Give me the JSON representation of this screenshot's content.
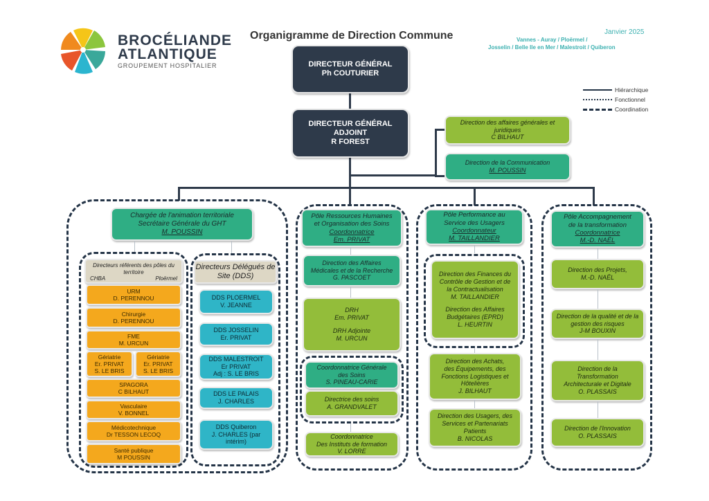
{
  "logo": {
    "line1": "BROCÉLIANDE",
    "line2": "ATLANTIQUE",
    "line3": "GROUPEMENT HOSPITALIER",
    "colors": [
      "#f5c518",
      "#8cc63e",
      "#3aa89a",
      "#2bb5cf",
      "#e8552a",
      "#f08a1e"
    ]
  },
  "title": "Organigramme de Direction Commune",
  "date": "Janvier 2025",
  "sites": {
    "line1": "Vannes - Auray / Ploërmel /",
    "line2": "Josselin / Belle Ile en Mer / Malestroit / Quiberon"
  },
  "legend": [
    {
      "label": "Hiérarchique",
      "style": "solid"
    },
    {
      "label": "Fonctionnel",
      "style": "dotted"
    },
    {
      "label": "Coordination",
      "style": "dashed"
    }
  ],
  "dg": {
    "line1": "DIRECTEUR GÉNÉRAL",
    "line2": "Ph COUTURIER"
  },
  "dga": {
    "line1": "DIRECTEUR GÉNÉRAL",
    "line2": "ADJOINT",
    "line3": "R FOREST"
  },
  "side": {
    "affaires": {
      "line1": "Direction des affaires générales et",
      "line2": "juridiques",
      "line3": "C BILHAUT"
    },
    "communication": {
      "line1": "Direction de la Communication",
      "line2": "M. POUSSIN"
    }
  },
  "pole1": {
    "head": {
      "line1": "Chargée de l'animation territoriale",
      "line2": "Secrétaire Générale du GHT",
      "line3": "M. POUSSIN"
    },
    "referents": {
      "title1": "Directeurs référents des pôles du",
      "title2": "territoire",
      "left": "CHBA",
      "right": "Ploërmel"
    },
    "poles": [
      {
        "name": "URM",
        "person": "D. PERENNOU"
      },
      {
        "name": "Chirurgie",
        "person": "D. PERENNOU"
      },
      {
        "name": "FME",
        "person": "M. URCUN"
      },
      {
        "name": "SPAGORA",
        "person": "C BILHAUT"
      },
      {
        "name": "Vasculaire",
        "person": "V. BONNEL"
      },
      {
        "name": "Médicotechnique",
        "person": "Dr TESSON LECOQ"
      },
      {
        "name": "Santé publique",
        "person": "M POUSSIN"
      }
    ],
    "geriatrie": [
      {
        "name": "Gériatrie",
        "p1": "Er. PRIVAT",
        "p2": "S. LE BRIS"
      },
      {
        "name": "Gériatrie",
        "p1": "Er. PRIVAT",
        "p2": "S. LE BRIS"
      }
    ],
    "dds_title1": "Directeurs Délégués de",
    "dds_title2": "Site (DDS)",
    "dds": [
      {
        "l1": "DDS PLOERMEL",
        "l2": "V. JEANNE",
        "l3": ""
      },
      {
        "l1": "DDS JOSSELIN",
        "l2": "Er. PRIVAT",
        "l3": ""
      },
      {
        "l1": "DDS MALESTROIT",
        "l2": "Er PRIVAT",
        "l3": "Adj : S. LE BRIS"
      },
      {
        "l1": "DDS LE PALAIS",
        "l2": "J. CHARLES",
        "l3": ""
      },
      {
        "l1": "DDS Quiberon",
        "l2": "J. CHARLES (par",
        "l3": "intérim)"
      }
    ]
  },
  "pole2": {
    "head": {
      "line1": "Pôle Ressources Humaines",
      "line2": "et Organisation des Soins",
      "line3": "Coordonnatrice",
      "line4": "Em. PRIVAT"
    },
    "affaires_med": {
      "line1": "Direction des Affaires",
      "line2": "Médicales et de la Recherche",
      "line3": "G. PASCOET"
    },
    "drh": {
      "line1": "DRH",
      "line2": "Em. PRIVAT",
      "line3": "DRH Adjointe",
      "line4": "M. URCUN"
    },
    "coord_soins": {
      "line1": "Coordonnatrice Générale",
      "line2": "des Soins",
      "line3": "S. PINEAU-CARIE"
    },
    "directrice_soins": {
      "line1": "Directrice des soins",
      "line2": "A. GRANDVALET"
    },
    "instituts": {
      "line1": "Coordonnatrice",
      "line2": "Des Instituts de formation",
      "line3": "V. LORRE"
    }
  },
  "pole3": {
    "head": {
      "line1": "Pôle Performance au",
      "line2": "Service des Usagers",
      "line3": "Coordonnateur",
      "line4": "M. TAILLANDIER"
    },
    "finances": {
      "line1": "Direction des Finances du",
      "line2": "Contrôle de Gestion et de",
      "line3": "la Contractualisation",
      "line4": "M. TAILLANDIER",
      "line5": "Direction des Affaires",
      "line6": "Budgétaires (EPRD)",
      "line7": "L. HEURTIN"
    },
    "achats": {
      "line1": "Direction des Achats,",
      "line2": "des Équipements, des",
      "line3": "Fonctions Logistiques et",
      "line4": "Hôtelières",
      "line5": "J. BILHAUT"
    },
    "usagers": {
      "line1": "Direction des Usagers, des",
      "line2": "Services et Partenariats",
      "line3": "Patients",
      "line4": "B. NICOLAS"
    }
  },
  "pole4": {
    "head": {
      "line1": "Pôle Accompagnement",
      "line2": "de la transformation",
      "line3": "Coordonnatrice",
      "line4": "M.-D. NAËL"
    },
    "projets": {
      "line1": "Direction des Projets,",
      "line2": "M.-D. NAËL"
    },
    "qualite": {
      "line1": "Direction de la qualité et de la",
      "line2": "gestion des risques",
      "line3": "J-M BOUXIN"
    },
    "transfo": {
      "line1": "Direction de la",
      "line2": "Transformation",
      "line3": "Architecturale et Digitale",
      "line4": "O. PLASSAIS"
    },
    "innovation": {
      "line1": "Direction de l'Innovation",
      "line2": "O. PLASSAIS"
    }
  }
}
